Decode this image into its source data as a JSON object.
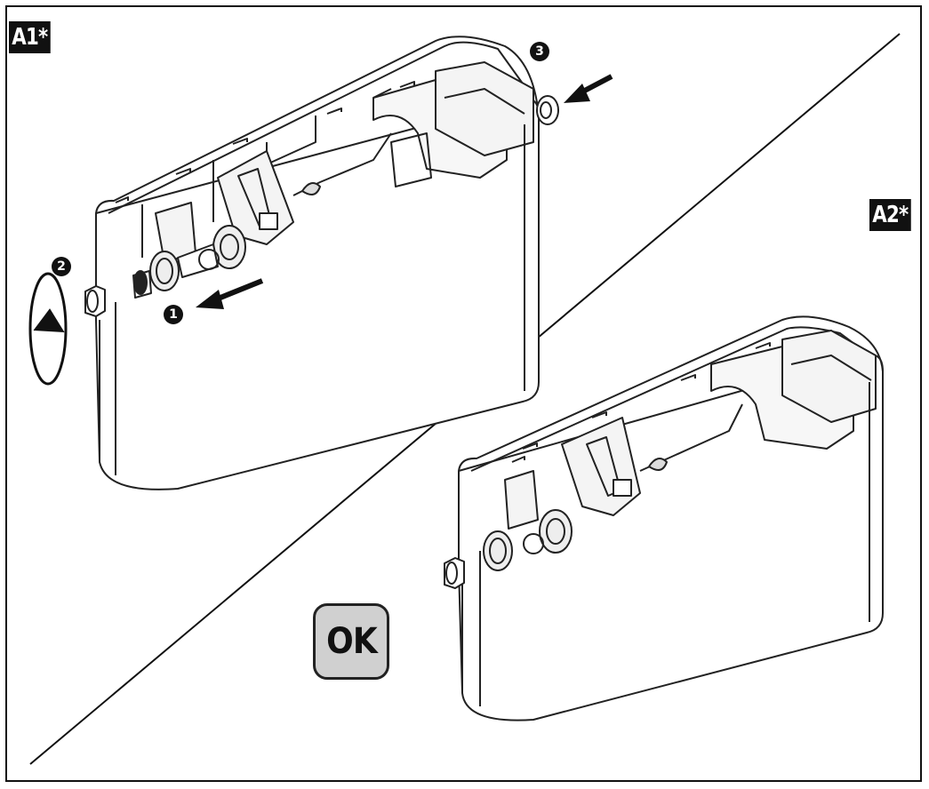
{
  "labels": {
    "step_a1": "A1*",
    "step_a2": "A2*",
    "ok": "OK"
  },
  "callouts": {
    "one": "1",
    "two": "2",
    "three": "3"
  },
  "icons": [
    "rotation-arrow-icon",
    "push-arrow-icon",
    "cistern-illustration"
  ],
  "colors": {
    "ink": "#111111",
    "ok_fill": "#d0d0d0",
    "page": "#ffffff"
  }
}
